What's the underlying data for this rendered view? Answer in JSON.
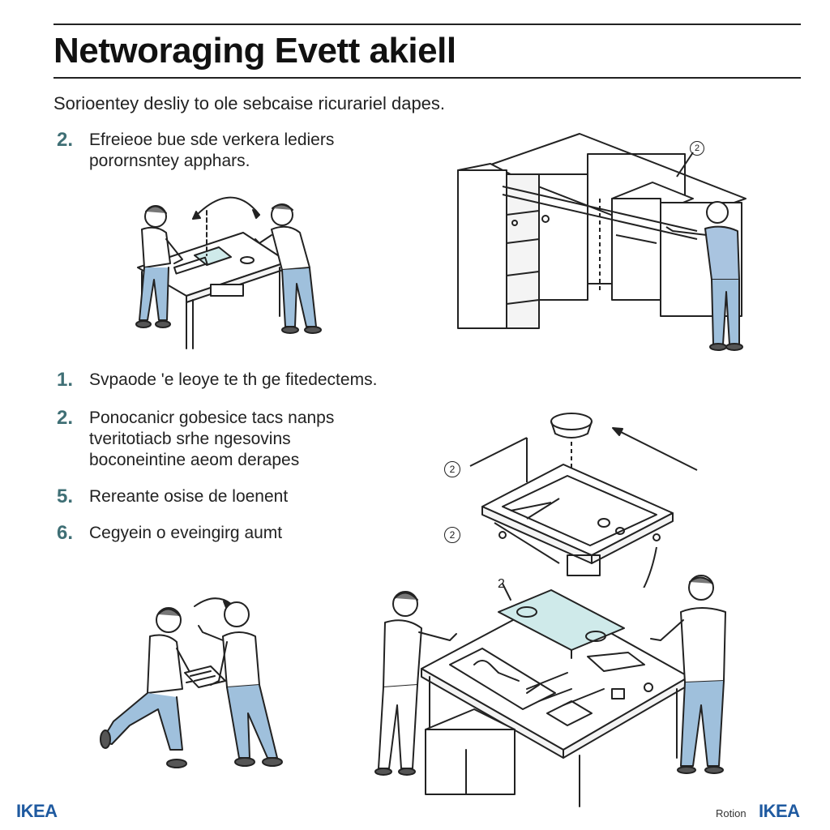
{
  "header": {
    "title": "Networaging Evett akiell",
    "intro": "Sorioentey desliy to ole sebcaise ricurariel dapes."
  },
  "top_step": {
    "number": "2.",
    "lines": [
      "Efreieoe bue sde verkera lediers",
      "porornsntey apphars."
    ]
  },
  "steps": [
    {
      "number": "1.",
      "lines": [
        "Svpaode 'e leoye te th ge fitedectems."
      ]
    },
    {
      "number": "2.",
      "lines": [
        "Ponocanicr gobesice tacs nanps",
        "tveritotiacb srhe ngesovins",
        "boconeintine aeom derapes"
      ]
    },
    {
      "number": "5.",
      "lines": [
        "Rereante osise de loenent"
      ]
    },
    {
      "number": "6.",
      "lines": [
        "Cegyein o eveingirg aumt"
      ]
    }
  ],
  "callouts": {
    "a": "2",
    "b": "2",
    "c": "2",
    "d": "2"
  },
  "footer": {
    "logo_left": "IKEA",
    "note": "Rotion",
    "logo_right": "IKEA"
  },
  "colors": {
    "step_number": "#3f6f75",
    "brand_blue": "#1f5aa0",
    "jeans": "#9fc0dc",
    "shirt_blue": "#a9c4e0",
    "glass": "#cfeaea"
  }
}
